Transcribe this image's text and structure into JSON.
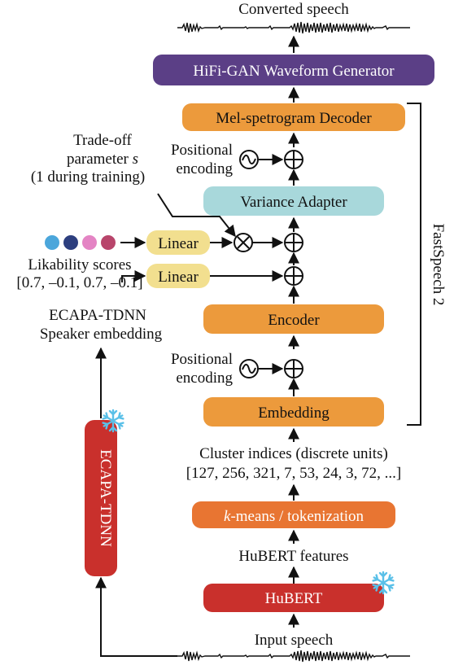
{
  "labels": {
    "converted_speech": "Converted speech",
    "tradeoff_line1": "Trade-off",
    "tradeoff_line2": "parameter",
    "tradeoff_var": "s",
    "tradeoff_line3": "(1 during training)",
    "pos_enc1_line1": "Positional",
    "pos_enc1_line2": "encoding",
    "pos_enc2_line1": "Positional",
    "pos_enc2_line2": "encoding",
    "likability_line1": "Likability scores",
    "likability_line2": "[0.7, –0.1, 0.7, –0.1]",
    "ecapa_emb_line1": "ECAPA-TDNN",
    "ecapa_emb_line2": "Speaker embedding",
    "cluster_line1": "Cluster indices (discrete units)",
    "cluster_line2": "[127, 256, 321, 7, 53, 24, 3, 72, ...]",
    "hubert_features": "HuBERT features",
    "input_speech": "Input speech",
    "fastspeech": "FastSpeech 2"
  },
  "boxes": {
    "hifigan": "HiFi-GAN Waveform Generator",
    "mel_decoder": "Mel-spetrogram Decoder",
    "variance_adapter": "Variance Adapter",
    "linear_top": "Linear",
    "linear_bottom": "Linear",
    "encoder": "Encoder",
    "embedding": "Embedding",
    "kmeans_k": "k",
    "kmeans_rest": "-means / tokenization",
    "hubert": "HuBERT",
    "ecapa_tdnn": "ECAPA-TDNN"
  },
  "colors": {
    "hifigan": "#5b3f86",
    "orange": "#ec9a3c",
    "kmeans": "#e87532",
    "variance": "#a8d8db",
    "linear": "#f2df8f",
    "red": "#c9302c",
    "snowflake": "#5ac0e8",
    "dots": [
      "#4ba6db",
      "#2d3f7f",
      "#e484c4",
      "#b8456b"
    ]
  },
  "icons": {
    "wave": "waveform-icon",
    "sine": "sine-wave-icon",
    "plus": "plus-circle-icon",
    "times": "multiply-circle-icon",
    "snow": "snowflake-icon"
  }
}
